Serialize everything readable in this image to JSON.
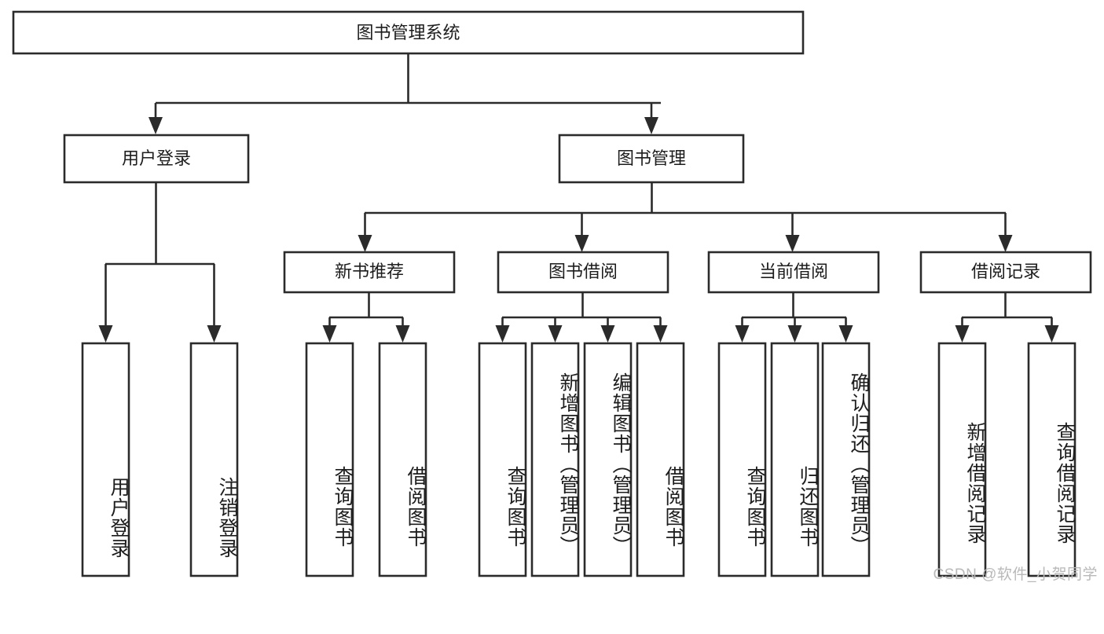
{
  "diagram": {
    "title": "图书管理系统",
    "type": "tree",
    "watermark": "CSDN @软件_小贺同学",
    "levels": {
      "root": {
        "label": "图书管理系统"
      },
      "level2": [
        {
          "id": "user-login",
          "label": "用户登录"
        },
        {
          "id": "book-manage",
          "label": "图书管理"
        }
      ],
      "level3": [
        {
          "id": "new-book-recommend",
          "label": "新书推荐",
          "parent": "book-manage"
        },
        {
          "id": "book-borrow",
          "label": "图书借阅",
          "parent": "book-manage"
        },
        {
          "id": "current-borrow",
          "label": "当前借阅",
          "parent": "book-manage"
        },
        {
          "id": "borrow-record",
          "label": "借阅记录",
          "parent": "book-manage"
        }
      ],
      "leaves": [
        {
          "id": "leaf-user-login",
          "label": "用户登录",
          "parent": "user-login"
        },
        {
          "id": "leaf-logout-login",
          "label": "注销登录",
          "parent": "user-login"
        },
        {
          "id": "leaf-query-book-1",
          "label": "查询图书",
          "parent": "new-book-recommend"
        },
        {
          "id": "leaf-borrow-book-1",
          "label": "借阅图书",
          "parent": "new-book-recommend"
        },
        {
          "id": "leaf-query-book-2",
          "label": "查询图书",
          "parent": "book-borrow"
        },
        {
          "id": "leaf-add-book",
          "label": "新增图书（管理员）",
          "parent": "book-borrow"
        },
        {
          "id": "leaf-edit-book",
          "label": "编辑图书（管理员）",
          "parent": "book-borrow"
        },
        {
          "id": "leaf-borrow-book-2",
          "label": "借阅图书",
          "parent": "book-borrow"
        },
        {
          "id": "leaf-query-book-3",
          "label": "查询图书",
          "parent": "current-borrow"
        },
        {
          "id": "leaf-return-book",
          "label": "归还图书",
          "parent": "current-borrow"
        },
        {
          "id": "leaf-confirm-return",
          "label": "确认归还（管理员）",
          "parent": "current-borrow"
        },
        {
          "id": "leaf-add-record",
          "label": "新增借阅记录",
          "parent": "borrow-record"
        },
        {
          "id": "leaf-query-record",
          "label": "查询借阅记录",
          "parent": "borrow-record"
        }
      ]
    },
    "colors": {
      "stroke": "#2b2b2b",
      "fill": "#ffffff",
      "text": "#1d1d1d",
      "watermark": "#b9b9b9"
    }
  }
}
